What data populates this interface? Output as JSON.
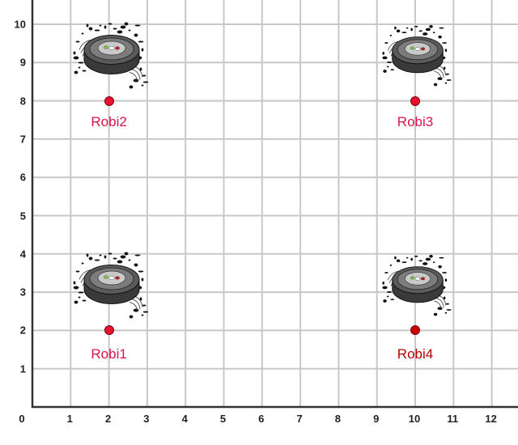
{
  "chart_data": {
    "type": "scatter",
    "title": "",
    "xlabel": "",
    "ylabel": "",
    "xlim": [
      0,
      12.6
    ],
    "ylim": [
      0,
      10.3
    ],
    "grid": true,
    "x_ticks": [
      "0",
      "1",
      "2",
      "3",
      "4",
      "5",
      "6",
      "7",
      "8",
      "9",
      "10",
      "11",
      "12"
    ],
    "y_ticks": [
      "1",
      "2",
      "3",
      "4",
      "5",
      "6",
      "7",
      "8",
      "9",
      "10"
    ],
    "points": [
      {
        "name": "Robi1",
        "x": 2,
        "y": 2,
        "dot_color": "#e8102e",
        "label_color": "#d9144a",
        "robot_icon": {
          "x": 2,
          "y": 3.05,
          "scale": 1.0
        }
      },
      {
        "name": "Robi2",
        "x": 2,
        "y": 8,
        "dot_color": "#e8102e",
        "label_color": "#d9144a",
        "robot_icon": {
          "x": 2,
          "y": 9.05,
          "scale": 1.0
        }
      },
      {
        "name": "Robi3",
        "x": 10,
        "y": 8,
        "dot_color": "#e8102e",
        "label_color": "#d9144a",
        "robot_icon": {
          "x": 10,
          "y": 9.05,
          "scale": 0.92
        }
      },
      {
        "name": "Robi4",
        "x": 10,
        "y": 2,
        "dot_color": "#cc0000",
        "label_color": "#b50000",
        "robot_icon": {
          "x": 10,
          "y": 3.05,
          "scale": 0.92
        }
      }
    ]
  },
  "axes": {
    "origin_label": "0",
    "x_labels": [
      "1",
      "2",
      "3",
      "4",
      "5",
      "6",
      "7",
      "8",
      "9",
      "10",
      "11",
      "12"
    ],
    "y_labels": [
      "1",
      "2",
      "3",
      "4",
      "5",
      "6",
      "7",
      "8",
      "9",
      "10"
    ]
  },
  "robots": [
    {
      "label": "Robi1",
      "icon": "robot-vacuum-icon"
    },
    {
      "label": "Robi2",
      "icon": "robot-vacuum-icon"
    },
    {
      "label": "Robi3",
      "icon": "robot-vacuum-icon"
    },
    {
      "label": "Robi4",
      "icon": "robot-vacuum-icon"
    }
  ],
  "colors": {
    "grid": "#c8c8c8",
    "axis": "#333333",
    "tick_text": "#222222"
  }
}
